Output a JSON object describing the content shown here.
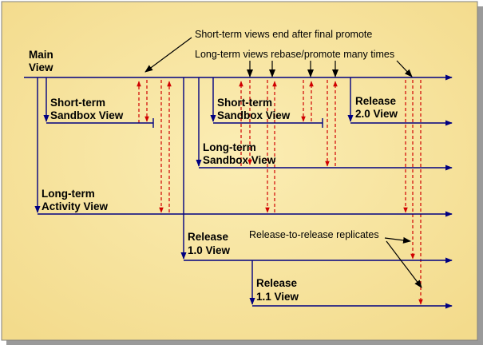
{
  "labels": {
    "main": [
      "Main",
      "View"
    ],
    "st_sandbox_1": [
      "Short-term",
      "Sandbox View"
    ],
    "st_sandbox_2": [
      "Short-term",
      "Sandbox View"
    ],
    "lt_sandbox": [
      "Long-term",
      "Sandbox View"
    ],
    "lt_activity": [
      "Long-term",
      "Activity View"
    ],
    "release_1_0": [
      "Release",
      "1.0 View"
    ],
    "release_1_1": [
      "Release",
      "1.1 View"
    ],
    "release_2_0": [
      "Release",
      "2.0 View"
    ]
  },
  "annotations": {
    "short_term_end": "Short-term views end after final promote",
    "long_term_rebase": "Long-term views rebase/promote many times",
    "release_replicates": "Release-to-release replicates"
  },
  "colors": {
    "background": "#F9E7A3",
    "background_edge": "#F3D986",
    "line": "#000080",
    "dashed": "#D00000",
    "frame": "#7F7F7F"
  }
}
